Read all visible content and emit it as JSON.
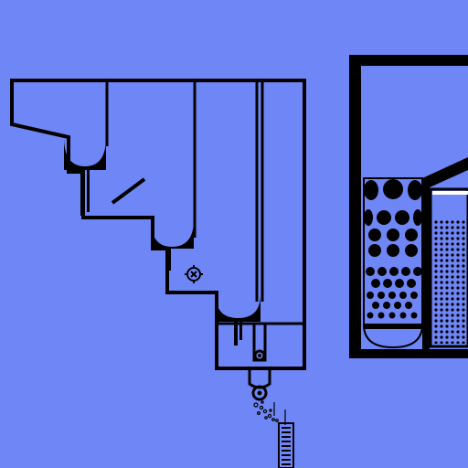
{
  "scene": {
    "background": "#6f86f7",
    "ink": "#000000",
    "fill_dark": "#000000",
    "fill_light": "#ffffff",
    "icons": [
      "crosshair-icon"
    ]
  },
  "tanks": {
    "hoppers": [
      "hopper-1",
      "hopper-2",
      "hopper-3"
    ],
    "sorter_columns": [
      "large-balls",
      "medium-balls",
      "small-balls",
      "tiny-balls"
    ]
  }
}
